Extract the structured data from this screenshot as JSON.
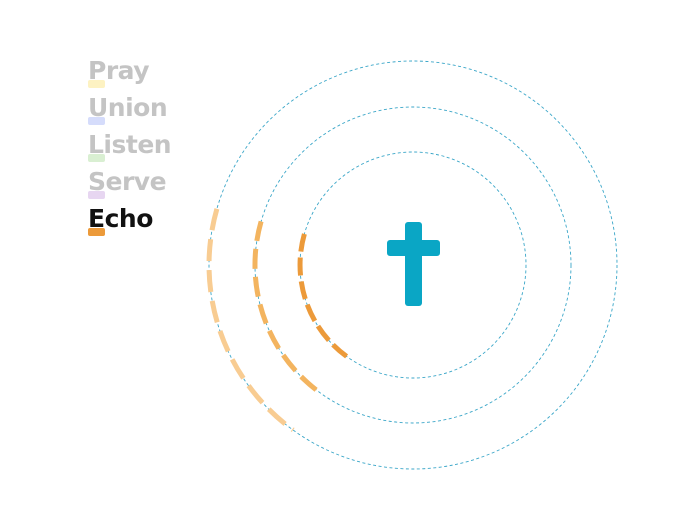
{
  "menu": {
    "items": [
      {
        "label": "Pray",
        "color": "#fdf2c2",
        "active": false
      },
      {
        "label": "Union",
        "color": "#d5dcfb",
        "active": false
      },
      {
        "label": "Listen",
        "color": "#d9efd2",
        "active": false
      },
      {
        "label": "Serve",
        "color": "#e7d6f1",
        "active": false
      },
      {
        "label": "Echo",
        "color": "#ec9a3a",
        "active": true
      }
    ]
  },
  "diagram": {
    "ring_color": "#3aa6c8",
    "cross_icon": "cross-icon",
    "cross_color": "#0aa6c5",
    "echo_arc_colors": [
      "#ec9a3a",
      "#f3b45f",
      "#f8cc92"
    ]
  }
}
